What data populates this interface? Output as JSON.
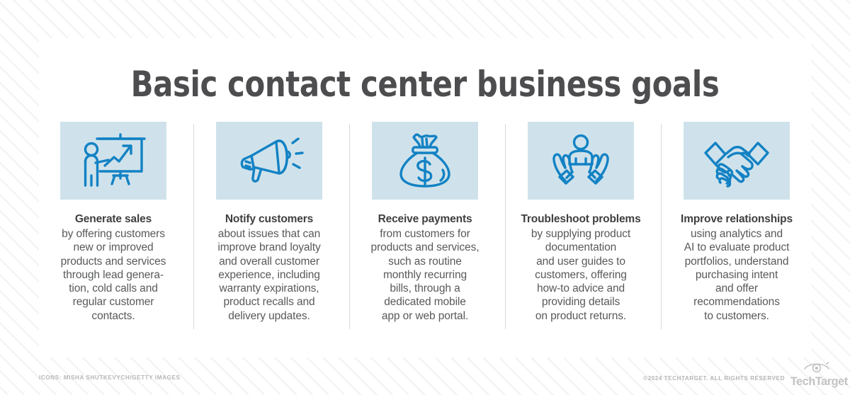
{
  "title": "Basic contact center business goals",
  "columns": [
    {
      "icon": "presenter-chart-icon",
      "heading": "Generate sales",
      "body": "by offering customers\nnew or improved\nproducts and services\nthrough lead genera-\ntion, cold calls and\nregular customer\ncontacts."
    },
    {
      "icon": "megaphone-icon",
      "heading": "Notify customers",
      "body": "about issues that can\nimprove brand loyalty\nand overall customer\nexperience, including\nwarranty expirations,\nproduct recalls and\ndelivery updates."
    },
    {
      "icon": "money-bag-icon",
      "heading": "Receive payments",
      "body": "from customers for\nproducts and services,\nsuch as routine\nmonthly recurring\nbills, through a\ndedicated mobile\napp or web portal."
    },
    {
      "icon": "hands-holding-person-icon",
      "heading": "Troubleshoot problems",
      "body": "by supplying product\ndocumentation\nand user guides to\ncustomers, offering\nhow-to advice and\nproviding details\non product returns."
    },
    {
      "icon": "handshake-icon",
      "heading": "Improve relationships",
      "body": "using analytics and\nAI to evaluate product\nportfolios, understand\npurchasing intent\nand offer\nrecommendations\nto customers."
    }
  ],
  "footer": {
    "icons_credit": "ICONS: MISHA SHUTKEVYCH/GETTY IMAGES",
    "copyright": "©2024 TECHTARGET. ALL RIGHTS RESERVED",
    "brand_name": "TechTarget"
  },
  "colors": {
    "icon_box_background": "#cfe2eb",
    "icon_stroke": "#1382c4",
    "heading_text": "#3f3f41",
    "body_text": "#58595b",
    "title_text": "#4d4d4f",
    "divider": "#d9d9da",
    "footer_text": "#b6b6b8"
  }
}
